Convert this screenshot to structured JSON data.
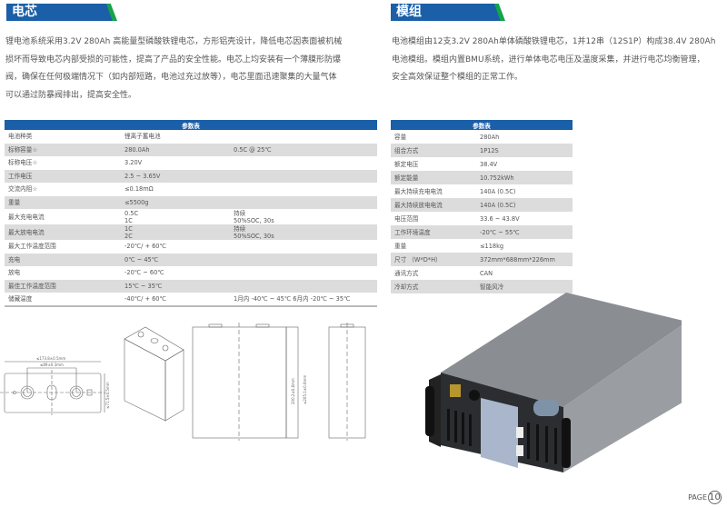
{
  "cell": {
    "title": "电芯",
    "description_lines": [
      "锂电池系统采用3.2V  280Ah  高能量型磷酸铁锂电芯，方形铝壳设计，降低电芯因表面被机械",
      "损坏而导致电芯内部受损的可能性，提高了产品的安全性能。电芯上均安装有一个薄膜形防爆",
      "阀，确保在任何极端情况下（如内部短路，电池过充过放等），电芯里面迅速聚集的大量气体",
      "可以通过防暴阀排出，提高安全性。"
    ],
    "table": {
      "header": "参数表",
      "rows": [
        [
          "电池种类",
          "锂离子蓄电池",
          ""
        ],
        [
          "标称容量☆",
          "280.0Ah",
          "0.5C @ 25℃"
        ],
        [
          "标称电压☆",
          "3.20V",
          ""
        ],
        [
          "工作电压",
          "2.5 ~ 3.65V",
          ""
        ],
        [
          "交流内阻☆",
          "≤0.18mΩ",
          ""
        ],
        [
          "重量",
          "≤5500g",
          ""
        ],
        [
          "最大充电电流",
          "0.5C\n1C",
          "持续\n50%SOC, 30s"
        ],
        [
          "最大放电电流",
          "1C\n2C",
          "持续\n50%SOC, 30s"
        ],
        [
          "最大工作温度范围",
          "-20℃/ + 60℃",
          ""
        ],
        [
          "充电",
          "0℃ ~ 45℃",
          ""
        ],
        [
          "放电",
          "-20℃ ~ 60℃",
          ""
        ],
        [
          "最佳工作温度范围",
          "15℃ ~ 35℃",
          ""
        ],
        [
          "储藏温度",
          "-40℃/ + 60℃",
          "1月内 -40℃ ~ 45℃ 6月内 -20℃ ~ 35℃"
        ]
      ]
    },
    "drawing_labels": [
      "≤173.8±0.5mm",
      "≤89±0.3mm",
      "≤71.5±0.5mm",
      "200.2±0.6mm",
      "≤205.1±0.6mm"
    ]
  },
  "module": {
    "title": "模组",
    "description_lines": [
      "电池模组由12支3.2V  280Ah单体磷酸铁锂电芯，1并12串（12S1P）构成38.4V  280Ah",
      "电池模组。模组内置BMU系统，进行单体电芯电压及温度采集，并进行电芯均衡管理，",
      "安全高效保证整个模组的正常工作。"
    ],
    "table": {
      "header": "参数表",
      "rows": [
        [
          "容量",
          "280Ah"
        ],
        [
          "组合方式",
          "1P12S"
        ],
        [
          "额定电压",
          "38.4V"
        ],
        [
          "额定能量",
          "10.752kWh"
        ],
        [
          "最大持续充电电流",
          "140A (0.5C)"
        ],
        [
          "最大持续放电电流",
          "140A (0.5C)"
        ],
        [
          "电压范围",
          "33.6 ~ 43.8V"
        ],
        [
          "工作环境温度",
          "-20℃ ~ 55℃"
        ],
        [
          "重量",
          "≤118kg"
        ],
        [
          "尺寸 （W*D*H）",
          "372mm*688mm*226mm"
        ],
        [
          "通讯方式",
          "CAN"
        ],
        [
          "冷却方式",
          "智能风冷"
        ]
      ]
    }
  },
  "footer": {
    "page_label": "PAGE",
    "page_number": "10"
  },
  "colors": {
    "accent_blue": "#1a5fa8",
    "accent_green": "#16a34a",
    "row_gray": "#dcdcdc"
  }
}
